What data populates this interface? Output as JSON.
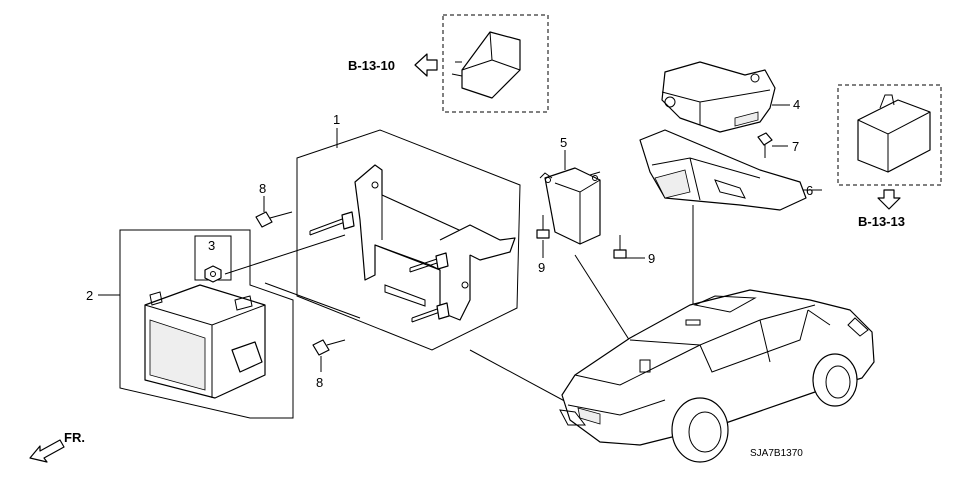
{
  "callouts": {
    "c1": "1",
    "c2": "2",
    "c3": "3",
    "c4": "4",
    "c5": "5",
    "c6": "6",
    "c7": "7",
    "c8a": "8",
    "c8b": "8",
    "c9a": "9",
    "c9b": "9"
  },
  "refs": {
    "left": "B-13-10",
    "right": "B-13-13"
  },
  "direction_label": "FR.",
  "diagram_code": "SJA7B1370",
  "icons": [
    "arrow-left-icon",
    "arrow-down-icon",
    "front-arrow-icon"
  ]
}
